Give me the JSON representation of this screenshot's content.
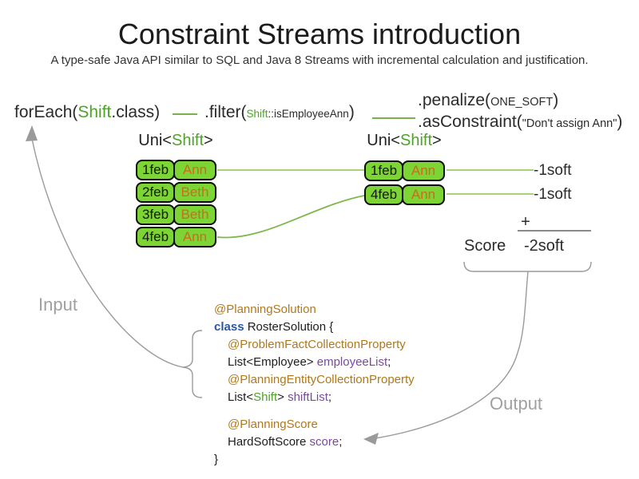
{
  "title": "Constraint Streams introduction",
  "subtitle": "A type-safe Java API similar to SQL and Java 8 Streams with incremental calculation and justification.",
  "flow": {
    "foreach": {
      "pre": "forEach(",
      "type": "Shift",
      "post": ".class)"
    },
    "filter": {
      "pre": ".filter(",
      "type": "Shift",
      "method": "::isEmployeeAnn",
      "post": ")"
    },
    "penalize": {
      "pre": ".penalize(",
      "arg": "ONE_SOFT",
      "post": ")"
    },
    "as_constraint": {
      "pre": ".asConstraint(",
      "arg": "\"Don't assign Ann\"",
      "post": ")"
    }
  },
  "streams": {
    "uni_label": {
      "pre": "Uni<",
      "type": "Shift",
      "post": ">"
    }
  },
  "tables": {
    "input": {
      "rows": [
        {
          "date": "1feb",
          "employee": "Ann"
        },
        {
          "date": "2feb",
          "employee": "Beth"
        },
        {
          "date": "3feb",
          "employee": "Beth"
        },
        {
          "date": "4feb",
          "employee": "Ann"
        }
      ]
    },
    "filtered": {
      "rows": [
        {
          "date": "1feb",
          "employee": "Ann"
        },
        {
          "date": "4feb",
          "employee": "Ann"
        }
      ]
    }
  },
  "results": {
    "penalties": [
      "-1soft",
      "-1soft"
    ],
    "plus_sign": "+",
    "score_label": "Score",
    "total": "-2soft"
  },
  "labels": {
    "input": "Input",
    "output": "Output"
  },
  "code": {
    "annotation_solution": "@PlanningSolution",
    "keyword_class": "class",
    "class_decl": " RosterSolution {",
    "annotation_problem_fact": "@ProblemFactCollectionProperty",
    "employee_list_pre": "List<Employee> ",
    "employee_list_var": "employeeList",
    "annotation_planning_entity": "@PlanningEntityCollectionProperty",
    "shift_list_pre": "List<",
    "shift_list_type": "Shift",
    "shift_list_mid": "> ",
    "shift_list_var": "shiftList",
    "annotation_score": "@PlanningScore",
    "score_pre": "HardSoftScore ",
    "score_var": "score",
    "semicolon": ";",
    "close_brace": "}"
  },
  "colors": {
    "type_green": "#4ea32a",
    "cell_green": "#7cd435",
    "employee_orange": "#d2691e",
    "annotation_brown": "#b0781c",
    "keyword_blue": "#2a56a5",
    "variable_purple": "#7a4a9d",
    "connector_light_green": "#a6d378",
    "link_green": "#77b34a",
    "arrow_gray": "#9a9a9a"
  }
}
